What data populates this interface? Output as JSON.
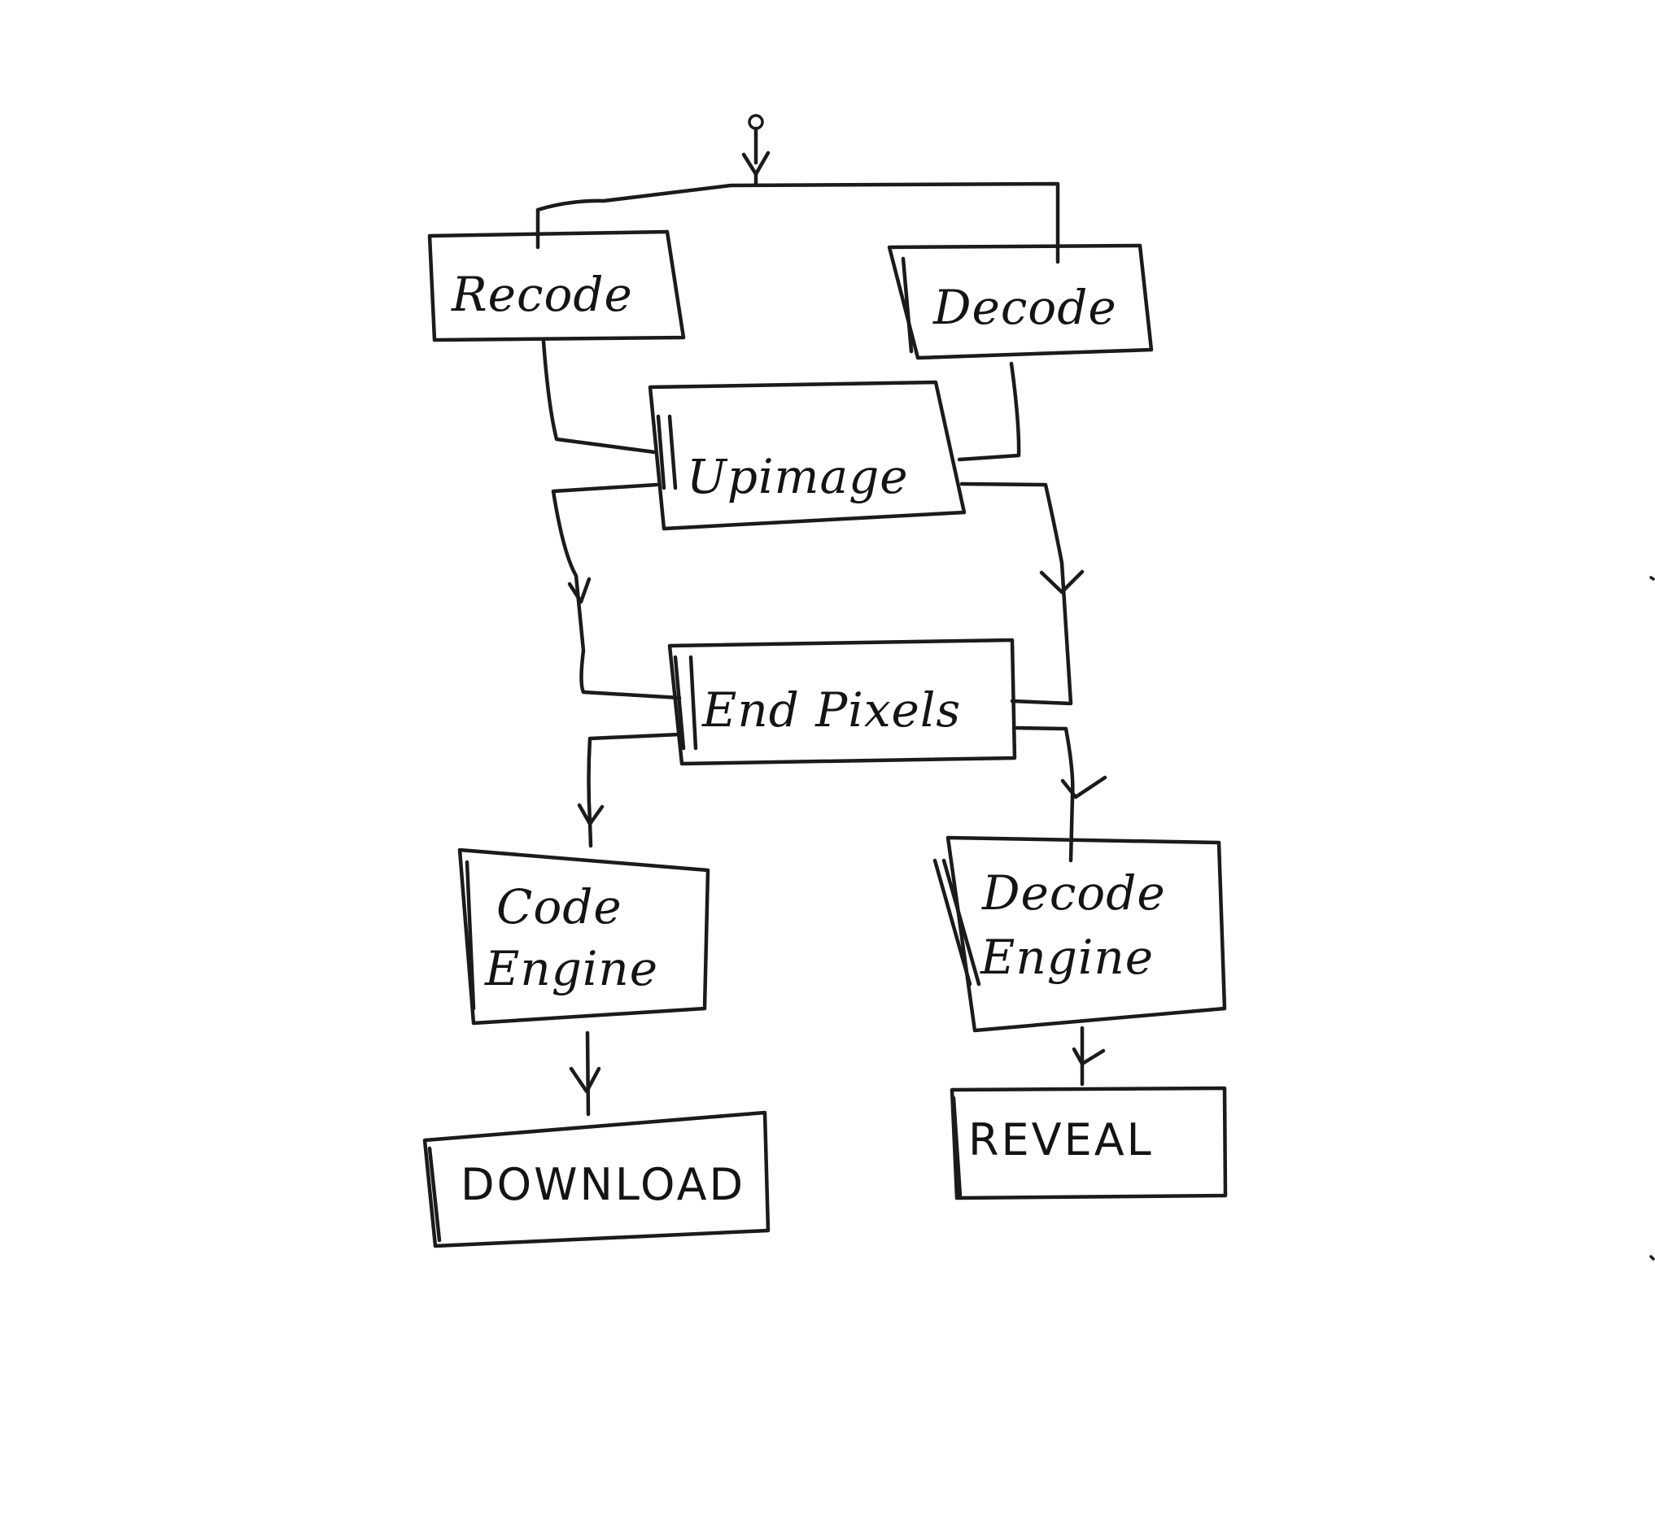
{
  "nodes": {
    "recode": {
      "label": "Recode"
    },
    "decode_top": {
      "label": "Decode"
    },
    "upimage": {
      "label": "Upimage"
    },
    "end_pixels": {
      "label": "End Pixels"
    },
    "code_engine": {
      "line1": "Code",
      "line2": "Engine"
    },
    "decode_engine": {
      "line1": "Decode",
      "line2": "Engine"
    },
    "download": {
      "label": "DOWNLOAD"
    },
    "reveal": {
      "label": "REVEAL"
    }
  }
}
